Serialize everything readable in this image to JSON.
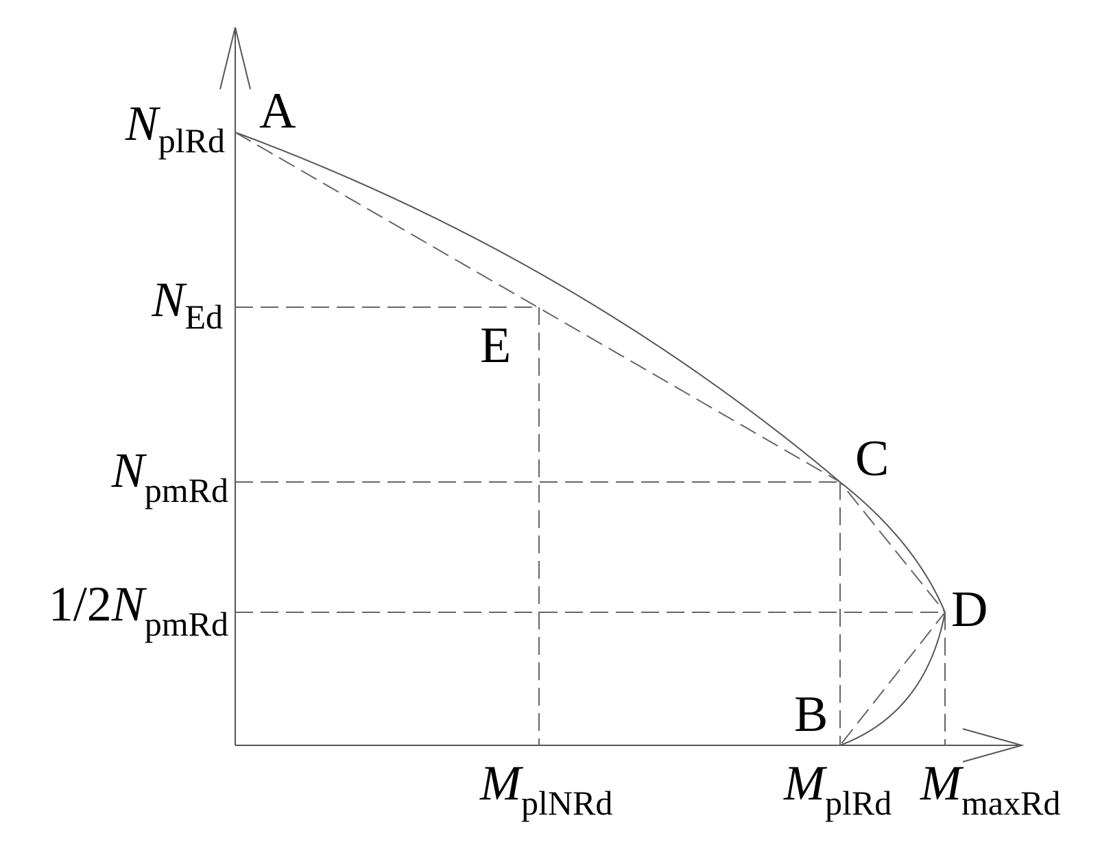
{
  "points": {
    "A": "A",
    "B": "B",
    "C": "C",
    "D": "D",
    "E": "E"
  },
  "y_labels": {
    "n_plrd": {
      "main": "N",
      "sub": "plRd"
    },
    "n_ed": {
      "main": "N",
      "sub": "Ed"
    },
    "n_pmrd": {
      "main": "N",
      "sub": "pmRd"
    },
    "half_n_pmrd": {
      "prefix": "1/2",
      "main": "N",
      "sub": "pmRd"
    }
  },
  "x_labels": {
    "m_plnrd": {
      "main": "M",
      "sub": "plNRd"
    },
    "m_plrd": {
      "main": "M",
      "sub": "plRd"
    },
    "m_maxrd": {
      "main": "M",
      "sub": "maxRd"
    }
  },
  "colors": {
    "line": "#555555",
    "dash": "#666666",
    "text": "#000000"
  }
}
